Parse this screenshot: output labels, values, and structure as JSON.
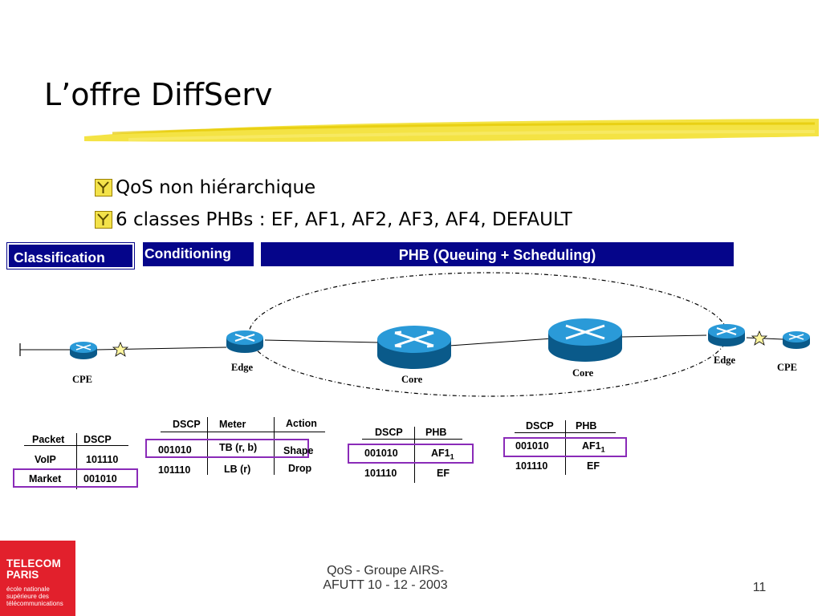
{
  "slide": {
    "title": "L’offre DiffServ",
    "bullets": [
      "QoS non hiérarchique",
      "6 classes PHBs : EF, AF1, AF2, AF3, AF4, DEFAULT"
    ],
    "bullet_icon": "checkbox-y-icon",
    "accent_color": "#f3e030"
  },
  "bands": {
    "classification": "Classification",
    "conditioning": "Conditioning",
    "phb": "PHB (Queuing + Scheduling)",
    "color": "#05058a"
  },
  "network": {
    "labels": {
      "cpe_left": "CPE",
      "edge_left": "Edge",
      "core1": "Core",
      "core2": "Core",
      "edge_right": "Edge",
      "cpe_right": "CPE"
    }
  },
  "tables": {
    "classifier": {
      "headers": [
        "Packet",
        "DSCP"
      ],
      "rows": [
        [
          "VoIP",
          "101110"
        ],
        [
          "Market",
          "001010"
        ]
      ]
    },
    "conditioner": {
      "headers": [
        "DSCP",
        "Meter",
        "Action"
      ],
      "rows": [
        [
          "001010",
          "TB (r, b)",
          "Shape"
        ],
        [
          "101110",
          "LB (r)",
          "Drop"
        ]
      ]
    },
    "phb_core": {
      "headers": [
        "DSCP",
        "PHB"
      ],
      "rows": [
        [
          "001010",
          "AF1",
          "1"
        ],
        [
          "101110",
          "EF",
          ""
        ]
      ]
    },
    "phb_edge": {
      "headers": [
        "DSCP",
        "PHB"
      ],
      "rows": [
        [
          "001010",
          "AF1",
          "1"
        ],
        [
          "101110",
          "EF",
          ""
        ]
      ]
    },
    "highlight_color": "#8a2bb8"
  },
  "footer": {
    "logo_lines": [
      "TELECOM",
      "PARIS",
      "école nationale",
      "supérieure des",
      "télécommunications"
    ],
    "logo_color": "#e2202c",
    "center_line1": "QoS - Groupe AIRS-",
    "center_line2": "AFUTT 10 - 12 - 2003",
    "page_number": "11"
  }
}
